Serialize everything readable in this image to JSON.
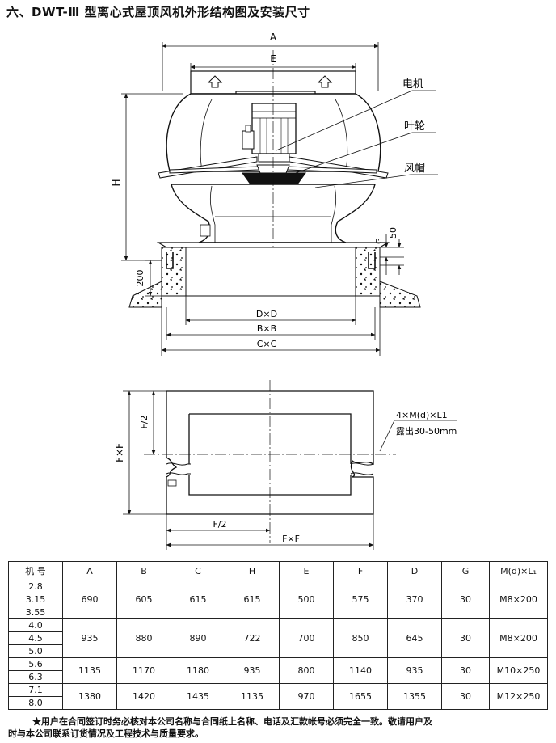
{
  "title": "六、DWT-Ⅲ 型离心式屋顶风机外形结构图及安装尺寸",
  "diagram": {
    "dim_A": "A",
    "dim_E": "E",
    "dim_H": "H",
    "dim_200": "200",
    "dim_50": "50",
    "dim_G": "G",
    "dim_DxD": "D×D",
    "dim_BxB": "B×B",
    "dim_CxC": "C×C",
    "label_motor": "电机",
    "label_impeller": "叶轮",
    "label_hood": "风帽"
  },
  "plan": {
    "dim_F2_vertical": "F/2",
    "dim_FxF_vertical": "F×F",
    "dim_F2_horizontal": "F/2",
    "dim_FxF_horizontal": "F×F",
    "bolt_label": "4×M(d)×L1",
    "exposed_label": "露出30-50mm"
  },
  "table": {
    "headers": [
      "机 号",
      "A",
      "B",
      "C",
      "H",
      "E",
      "F",
      "D",
      "G",
      "M(d)×L₁"
    ],
    "groups": [
      {
        "models": [
          "2.8",
          "3.15",
          "3.55"
        ],
        "values": [
          "690",
          "605",
          "615",
          "615",
          "500",
          "575",
          "370",
          "30",
          "M8×200"
        ]
      },
      {
        "models": [
          "4.0",
          "4.5",
          "5.0"
        ],
        "values": [
          "935",
          "880",
          "890",
          "722",
          "700",
          "850",
          "645",
          "30",
          "M8×200"
        ]
      },
      {
        "models": [
          "5.6",
          "6.3"
        ],
        "values": [
          "1135",
          "1170",
          "1180",
          "935",
          "800",
          "1140",
          "935",
          "30",
          "M10×250"
        ]
      },
      {
        "models": [
          "7.1",
          "8.0"
        ],
        "values": [
          "1380",
          "1420",
          "1435",
          "1135",
          "970",
          "1655",
          "1355",
          "30",
          "M12×250"
        ]
      }
    ]
  },
  "note": {
    "line1": "★用户在合同签订时务必核对本公司名称与合同纸上名称、电话及汇款帐号必须完全一致。敬请用户及",
    "line2": "时与本公司联系订货情况及工程技术与质量要求。"
  }
}
